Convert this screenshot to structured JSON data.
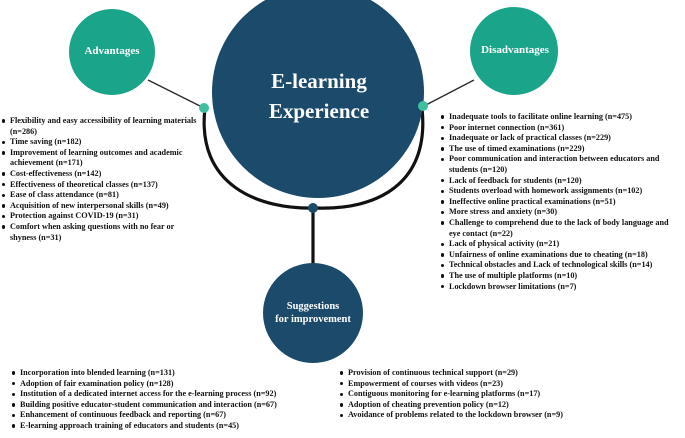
{
  "center": {
    "title_line1": "E-learning",
    "title_line2": "Experience"
  },
  "advantages": {
    "title": "Advantages",
    "items": [
      "Flexibility and easy accessibility of learning materials (n=286)",
      "Time saving (n=182)",
      "Improvement of learning outcomes and academic achievement (n=171)",
      "Cost-effectiveness (n=142)",
      "Effectiveness of theoretical classes (n=137)",
      "Ease of class attendance (n=81)",
      "Acquisition of new interpersonal skills (n=49)",
      "Protection against COVID-19 (n=31)",
      "Comfort when asking questions with no fear or shyness (n=31)"
    ]
  },
  "disadvantages": {
    "title": "Disadvantages",
    "items": [
      "Inadequate tools to facilitate online learning (n=475)",
      "Poor internet connection (n=361)",
      "Inadequate or lack of practical classes (n=229)",
      "The use of timed examinations (n=229)",
      "Poor communication and interaction between educators and students (n=120)",
      "Lack of feedback for students (n=120)",
      "Students overload with homework assignments (n=102)",
      "Ineffective online practical examinations (n=51)",
      "More stress and anxiety (n=30)",
      "Challenge to comprehend due to the lack of body language and eye contact (n=22)",
      "Lack of physical activity (n=21)",
      "Unfairness of online examinations due to cheating (n=18)",
      "Technical obstacles and Lack of technological skills (n=14)",
      "The use of multiple platforms (n=10)",
      "Lockdown browser limitations (n=7)"
    ]
  },
  "suggestions": {
    "title_line1": "Suggestions",
    "title_line2": "for improvement",
    "items_left": [
      "Incorporation into blended learning (n=131)",
      "Adoption of fair examination policy (n=128)",
      "Institution of a dedicated internet access for the e-learning process (n=92)",
      "Building positive educator-student communication and interaction (n=67)",
      "Enhancement of continuous feedback and reporting (n=67)",
      "E-learning approach training of educators and students (n=45)"
    ],
    "items_right": [
      "Provision of continuous technical support (n=29)",
      "Empowerment of courses with videos (n=23)",
      "Contiguous monitoring for e-learning platforms (n=17)",
      "Adoption of cheating prevention policy (n=12)",
      "Avoidance of problems related to the lockdown browser (n=9)"
    ]
  },
  "colors": {
    "center_fill": "#1b4a6b",
    "accent_teal": "#1aa58a",
    "accent_teal_light": "#3fbf9f",
    "connector": "#111111",
    "junction_dot": "#1b4a6b"
  }
}
